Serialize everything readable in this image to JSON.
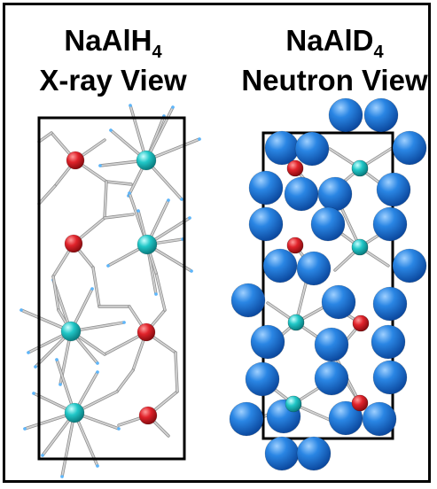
{
  "panels": {
    "left": {
      "formula_main": "NaAlH",
      "formula_sub": "4",
      "view_label": "X-ray View"
    },
    "right": {
      "formula_main": "NaAlD",
      "formula_sub": "4",
      "view_label": "Neutron View"
    }
  },
  "colors": {
    "sodium": "#e0232b",
    "aluminum": "#21c7c7",
    "deuterium": "#1a78d6",
    "bond": "#b8b8b8",
    "hydrogen_tip": "#5bb7ff",
    "cell_edge": "#000000"
  }
}
